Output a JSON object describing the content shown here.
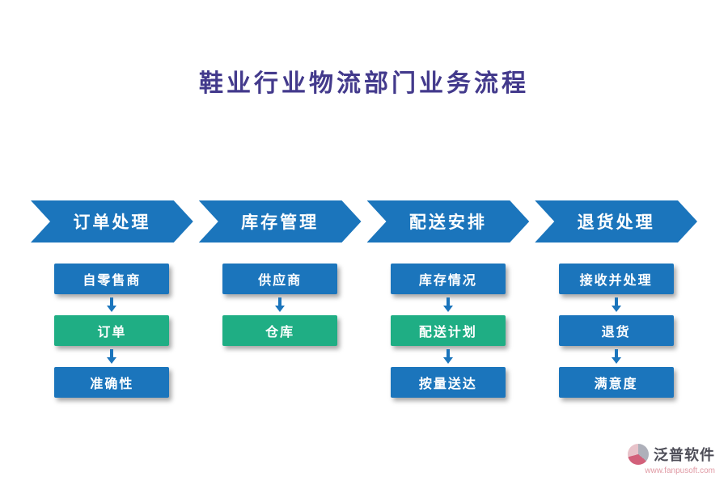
{
  "title": "鞋业行业物流部门业务流程",
  "colors": {
    "blue": "#1b75bc",
    "green": "#1fae84",
    "arrow": "#1b75bc",
    "title": "#433a8c"
  },
  "columns": [
    {
      "header": "订单处理",
      "steps": [
        {
          "label": "自零售商",
          "color": "blue"
        },
        {
          "label": "订单",
          "color": "green"
        },
        {
          "label": "准确性",
          "color": "blue"
        }
      ]
    },
    {
      "header": "库存管理",
      "steps": [
        {
          "label": "供应商",
          "color": "blue"
        },
        {
          "label": "仓库",
          "color": "green"
        }
      ]
    },
    {
      "header": "配送安排",
      "steps": [
        {
          "label": "库存情况",
          "color": "blue"
        },
        {
          "label": "配送计划",
          "color": "green"
        },
        {
          "label": "按量送达",
          "color": "blue"
        }
      ]
    },
    {
      "header": "退货处理",
      "steps": [
        {
          "label": "接收并处理",
          "color": "blue"
        },
        {
          "label": "退货",
          "color": "blue"
        },
        {
          "label": "满意度",
          "color": "blue"
        }
      ]
    }
  ],
  "footer": {
    "brand": "泛普软件",
    "url": "www.fanpusoft.com"
  }
}
